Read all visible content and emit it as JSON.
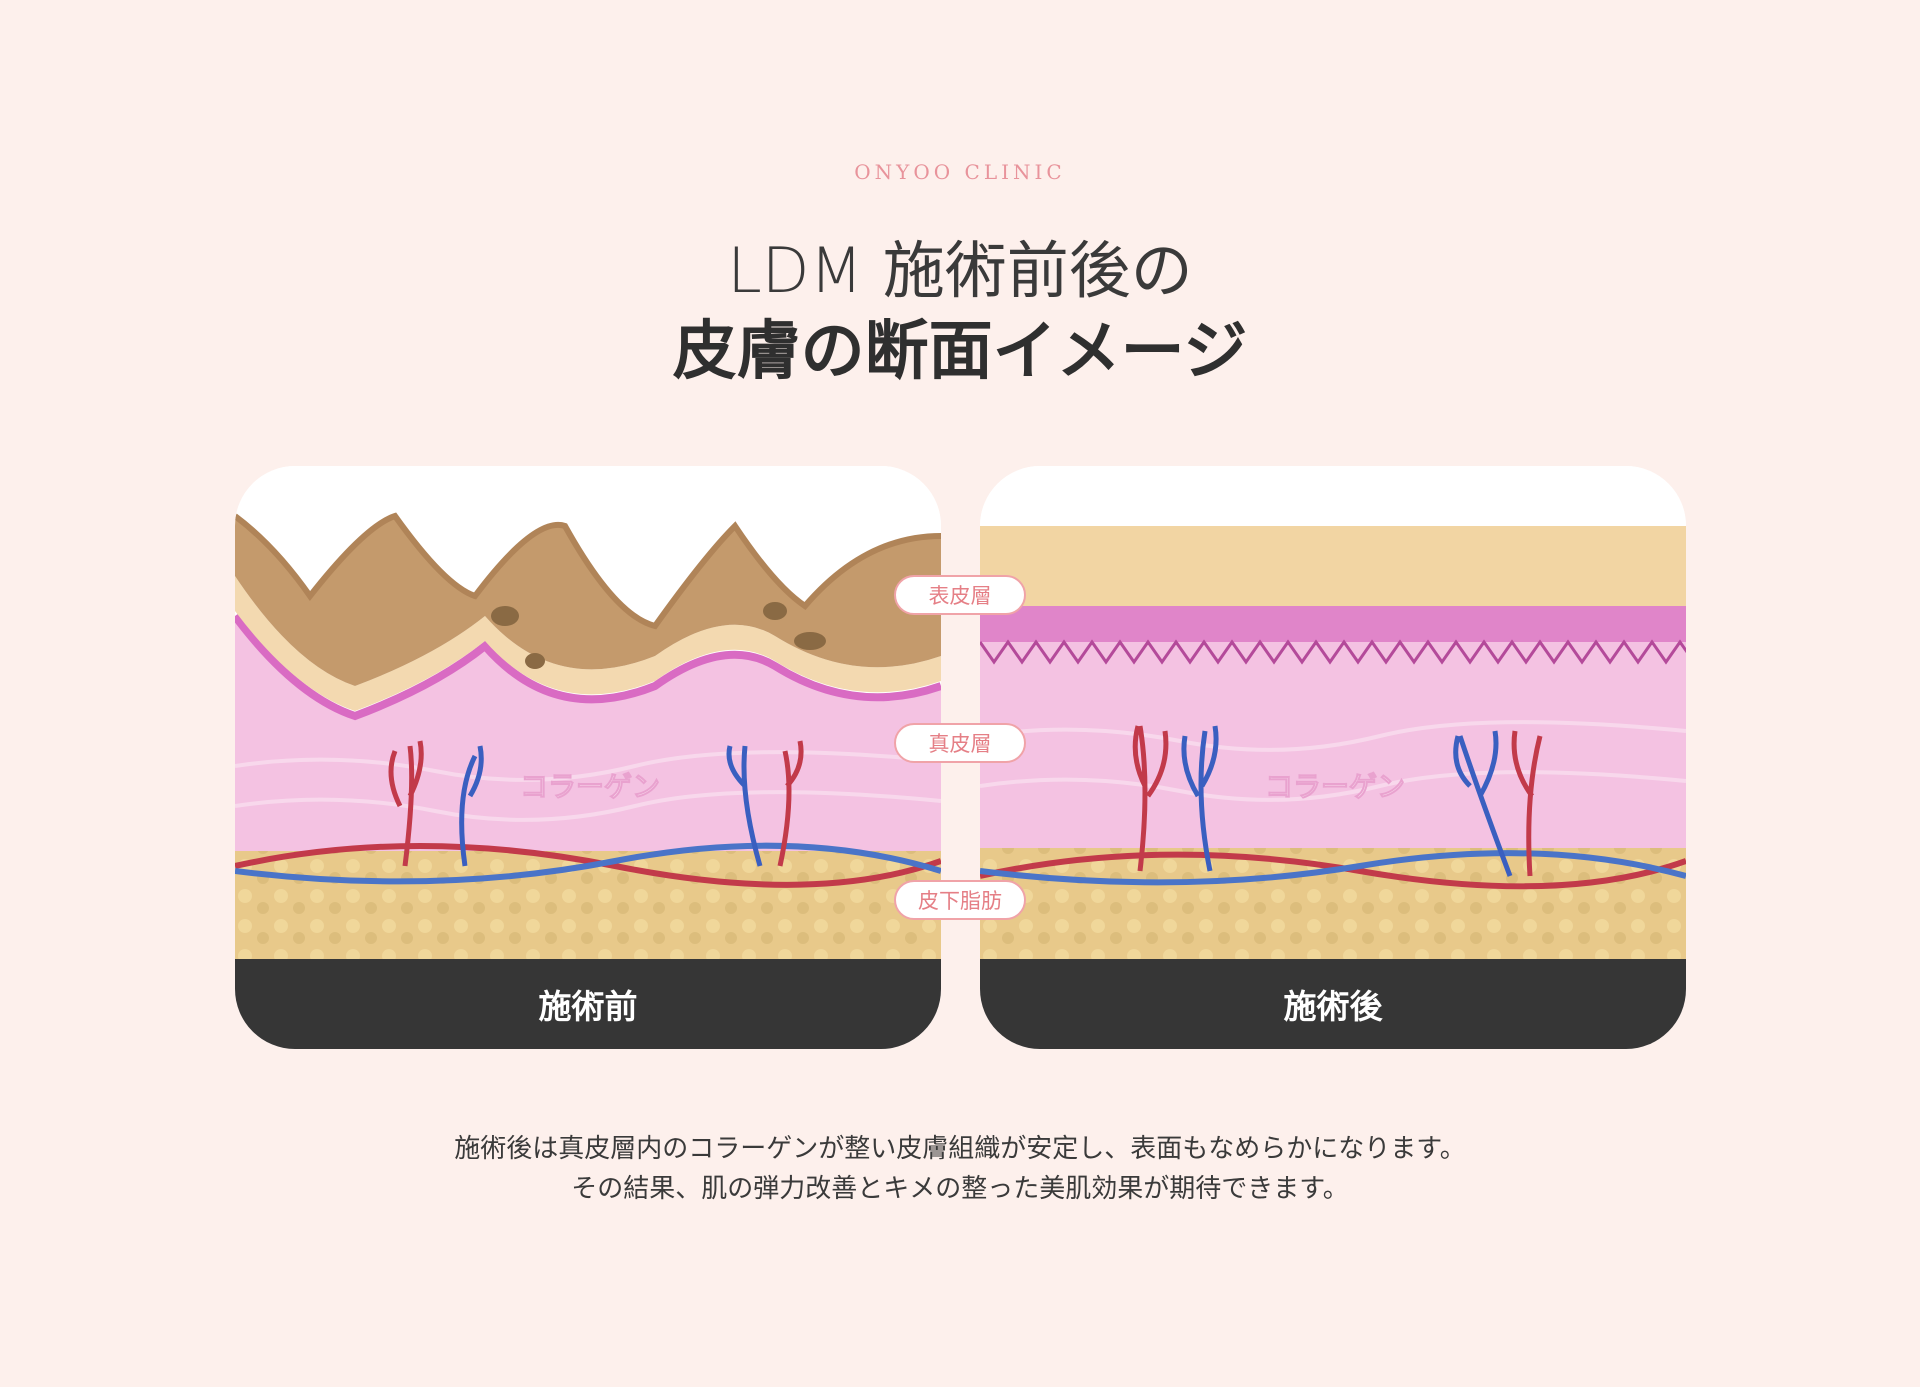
{
  "brand": "ONYOO CLINIC",
  "title_line1": "LDM 施術前後の",
  "title_line2": "皮膚の断面イメージ",
  "panels": {
    "before": {
      "caption": "施術前",
      "collagen": "コラーゲン"
    },
    "after": {
      "caption": "施術後",
      "collagen": "コラーゲン"
    }
  },
  "layers": [
    "表皮層",
    "真皮層",
    "皮下脂肪"
  ],
  "description": [
    "施術後は真皮層内のコラーゲンが整い皮膚組織が安定し、表面もなめらかになります。",
    "その結果、肌の弾力改善とキメの整った美肌効果が期待できます。"
  ],
  "colors": {
    "background": "#fdf0ec",
    "brand": "#e8939b",
    "caption_bar": "#363636",
    "pill_border": "#f0a3a8"
  }
}
